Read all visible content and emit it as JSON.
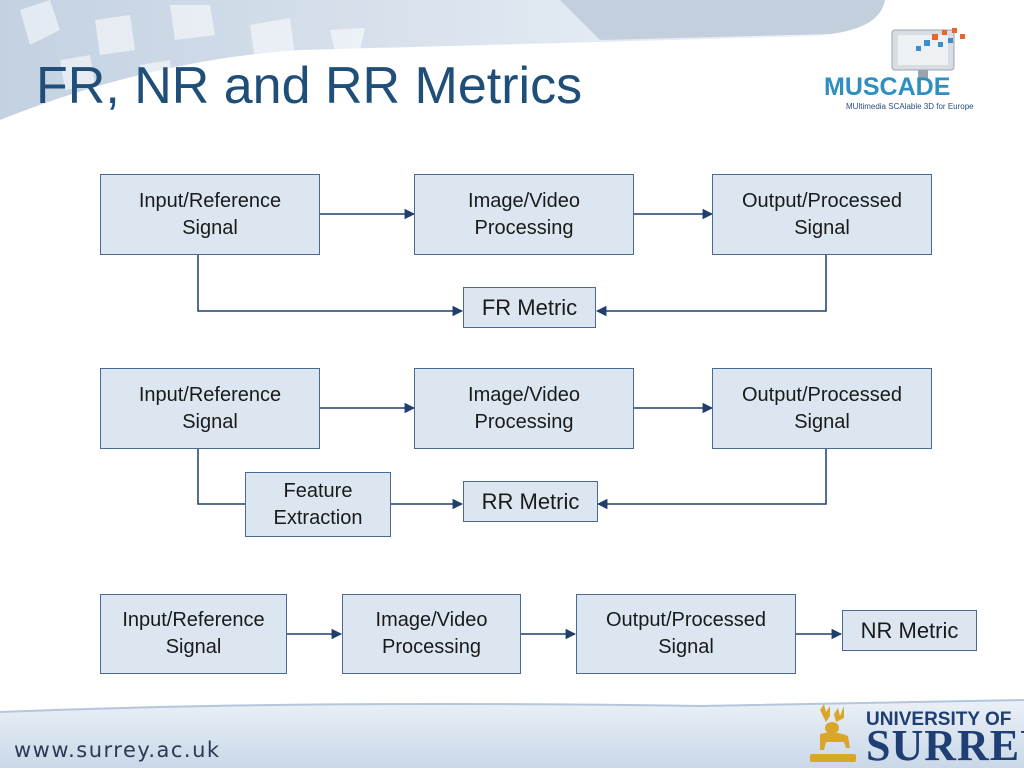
{
  "slide": {
    "title": "FR, NR and RR Metrics",
    "footer_url": "www.surrey.ac.uk"
  },
  "logos": {
    "muscade": {
      "wordmark": "MUSCADE",
      "tagline": "MUltimedia SCAlable 3D for Europe"
    },
    "university": {
      "line1": "UNIVERSITY OF",
      "line2": "SURREY"
    }
  },
  "diagrams": {
    "fr": {
      "input": "Input/Reference\nSignal",
      "processing": "Image/Video\nProcessing",
      "output": "Output/Processed\nSignal",
      "metric": "FR Metric"
    },
    "rr": {
      "input": "Input/Reference\nSignal",
      "processing": "Image/Video\nProcessing",
      "output": "Output/Processed\nSignal",
      "feature": "Feature\nExtraction",
      "metric": "RR Metric"
    },
    "nr": {
      "input": "Input/Reference\nSignal",
      "processing": "Image/Video\nProcessing",
      "output": "Output/Processed\nSignal",
      "metric": "NR Metric"
    }
  },
  "colors": {
    "title": "#1f4e79",
    "box_fill": "#dce6f1",
    "box_border": "#4a6a92",
    "connector": "#1f3e6e"
  }
}
